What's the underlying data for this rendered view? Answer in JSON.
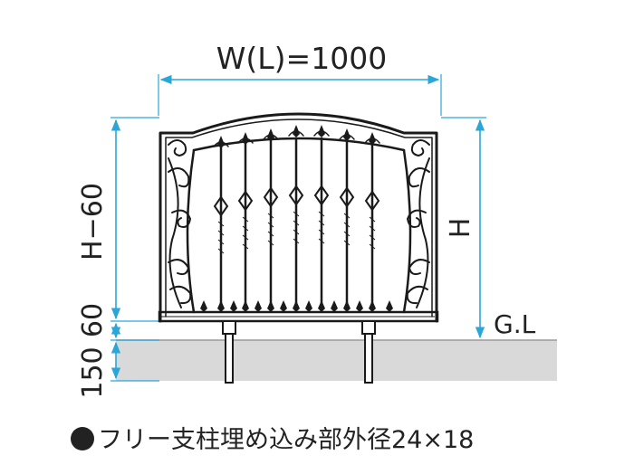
{
  "labels": {
    "width": "W(L)=1000",
    "height": "H",
    "height_minus": "H−60",
    "bottom_gap": "60",
    "embed_depth": "150",
    "ground_line": "G.L"
  },
  "note": {
    "bullet": "●",
    "text": "フリー支柱埋め込み部外径24×18"
  },
  "colors": {
    "dimension_line": "#2aa6d9",
    "ground_fill": "#d9d9d9",
    "ironwork": "#1a1a1a"
  }
}
